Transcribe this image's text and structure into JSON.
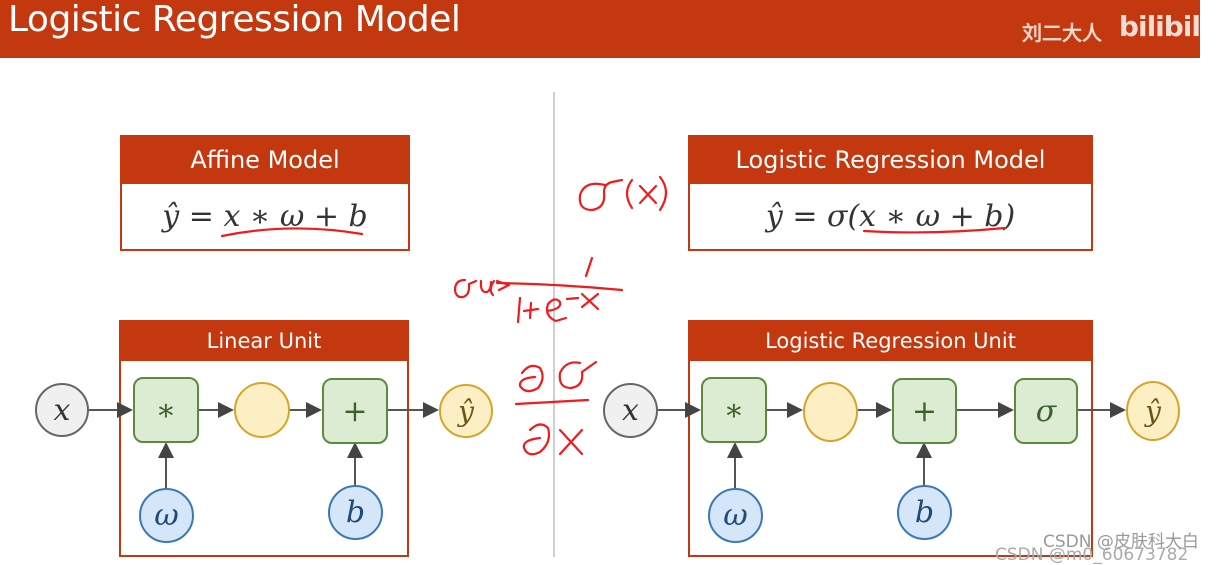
{
  "header": {
    "title": "Logistic Regression Model",
    "brand": "刘二大人",
    "logo": "bilibil",
    "bg_color": "#c3380e"
  },
  "left": {
    "model_box": {
      "title": "Affine Model",
      "formula": "ŷ = x ∗ ω + b"
    },
    "unit_box": {
      "title": "Linear Unit"
    },
    "nodes": {
      "input": "x",
      "multiply": "∗",
      "intermediate": "",
      "add": "+",
      "output": "ŷ",
      "weight": "ω",
      "bias": "b"
    }
  },
  "right": {
    "model_box": {
      "title": "Logistic Regression Model",
      "formula": "ŷ = σ(x ∗ ω + b)"
    },
    "unit_box": {
      "title": "Logistic Regression Unit"
    },
    "nodes": {
      "input": "x",
      "multiply": "∗",
      "intermediate": "",
      "add": "+",
      "sigmoid": "σ",
      "output": "ŷ",
      "weight": "ω",
      "bias": "b"
    }
  },
  "annotations": {
    "sigma_x": "σ(x)",
    "sigmoid_def": "σ(x) = 1 / (1 + e^-x)",
    "derivative": "∂σ / ∂x",
    "ink_color": "#ee1c1c"
  },
  "watermarks": {
    "primary": "CSDN @皮肤科大白",
    "secondary": "CSDN @m0_60673782"
  },
  "colors": {
    "accent": "#c3380e",
    "op_fill": "#dcecd2",
    "op_border": "#5c8a3f",
    "mid_fill": "#fdefc4",
    "mid_border": "#d7a42a",
    "param_fill": "#d4e6f7",
    "param_border": "#3a78b8",
    "input_fill": "#f0f0f0",
    "input_border": "#666666"
  }
}
